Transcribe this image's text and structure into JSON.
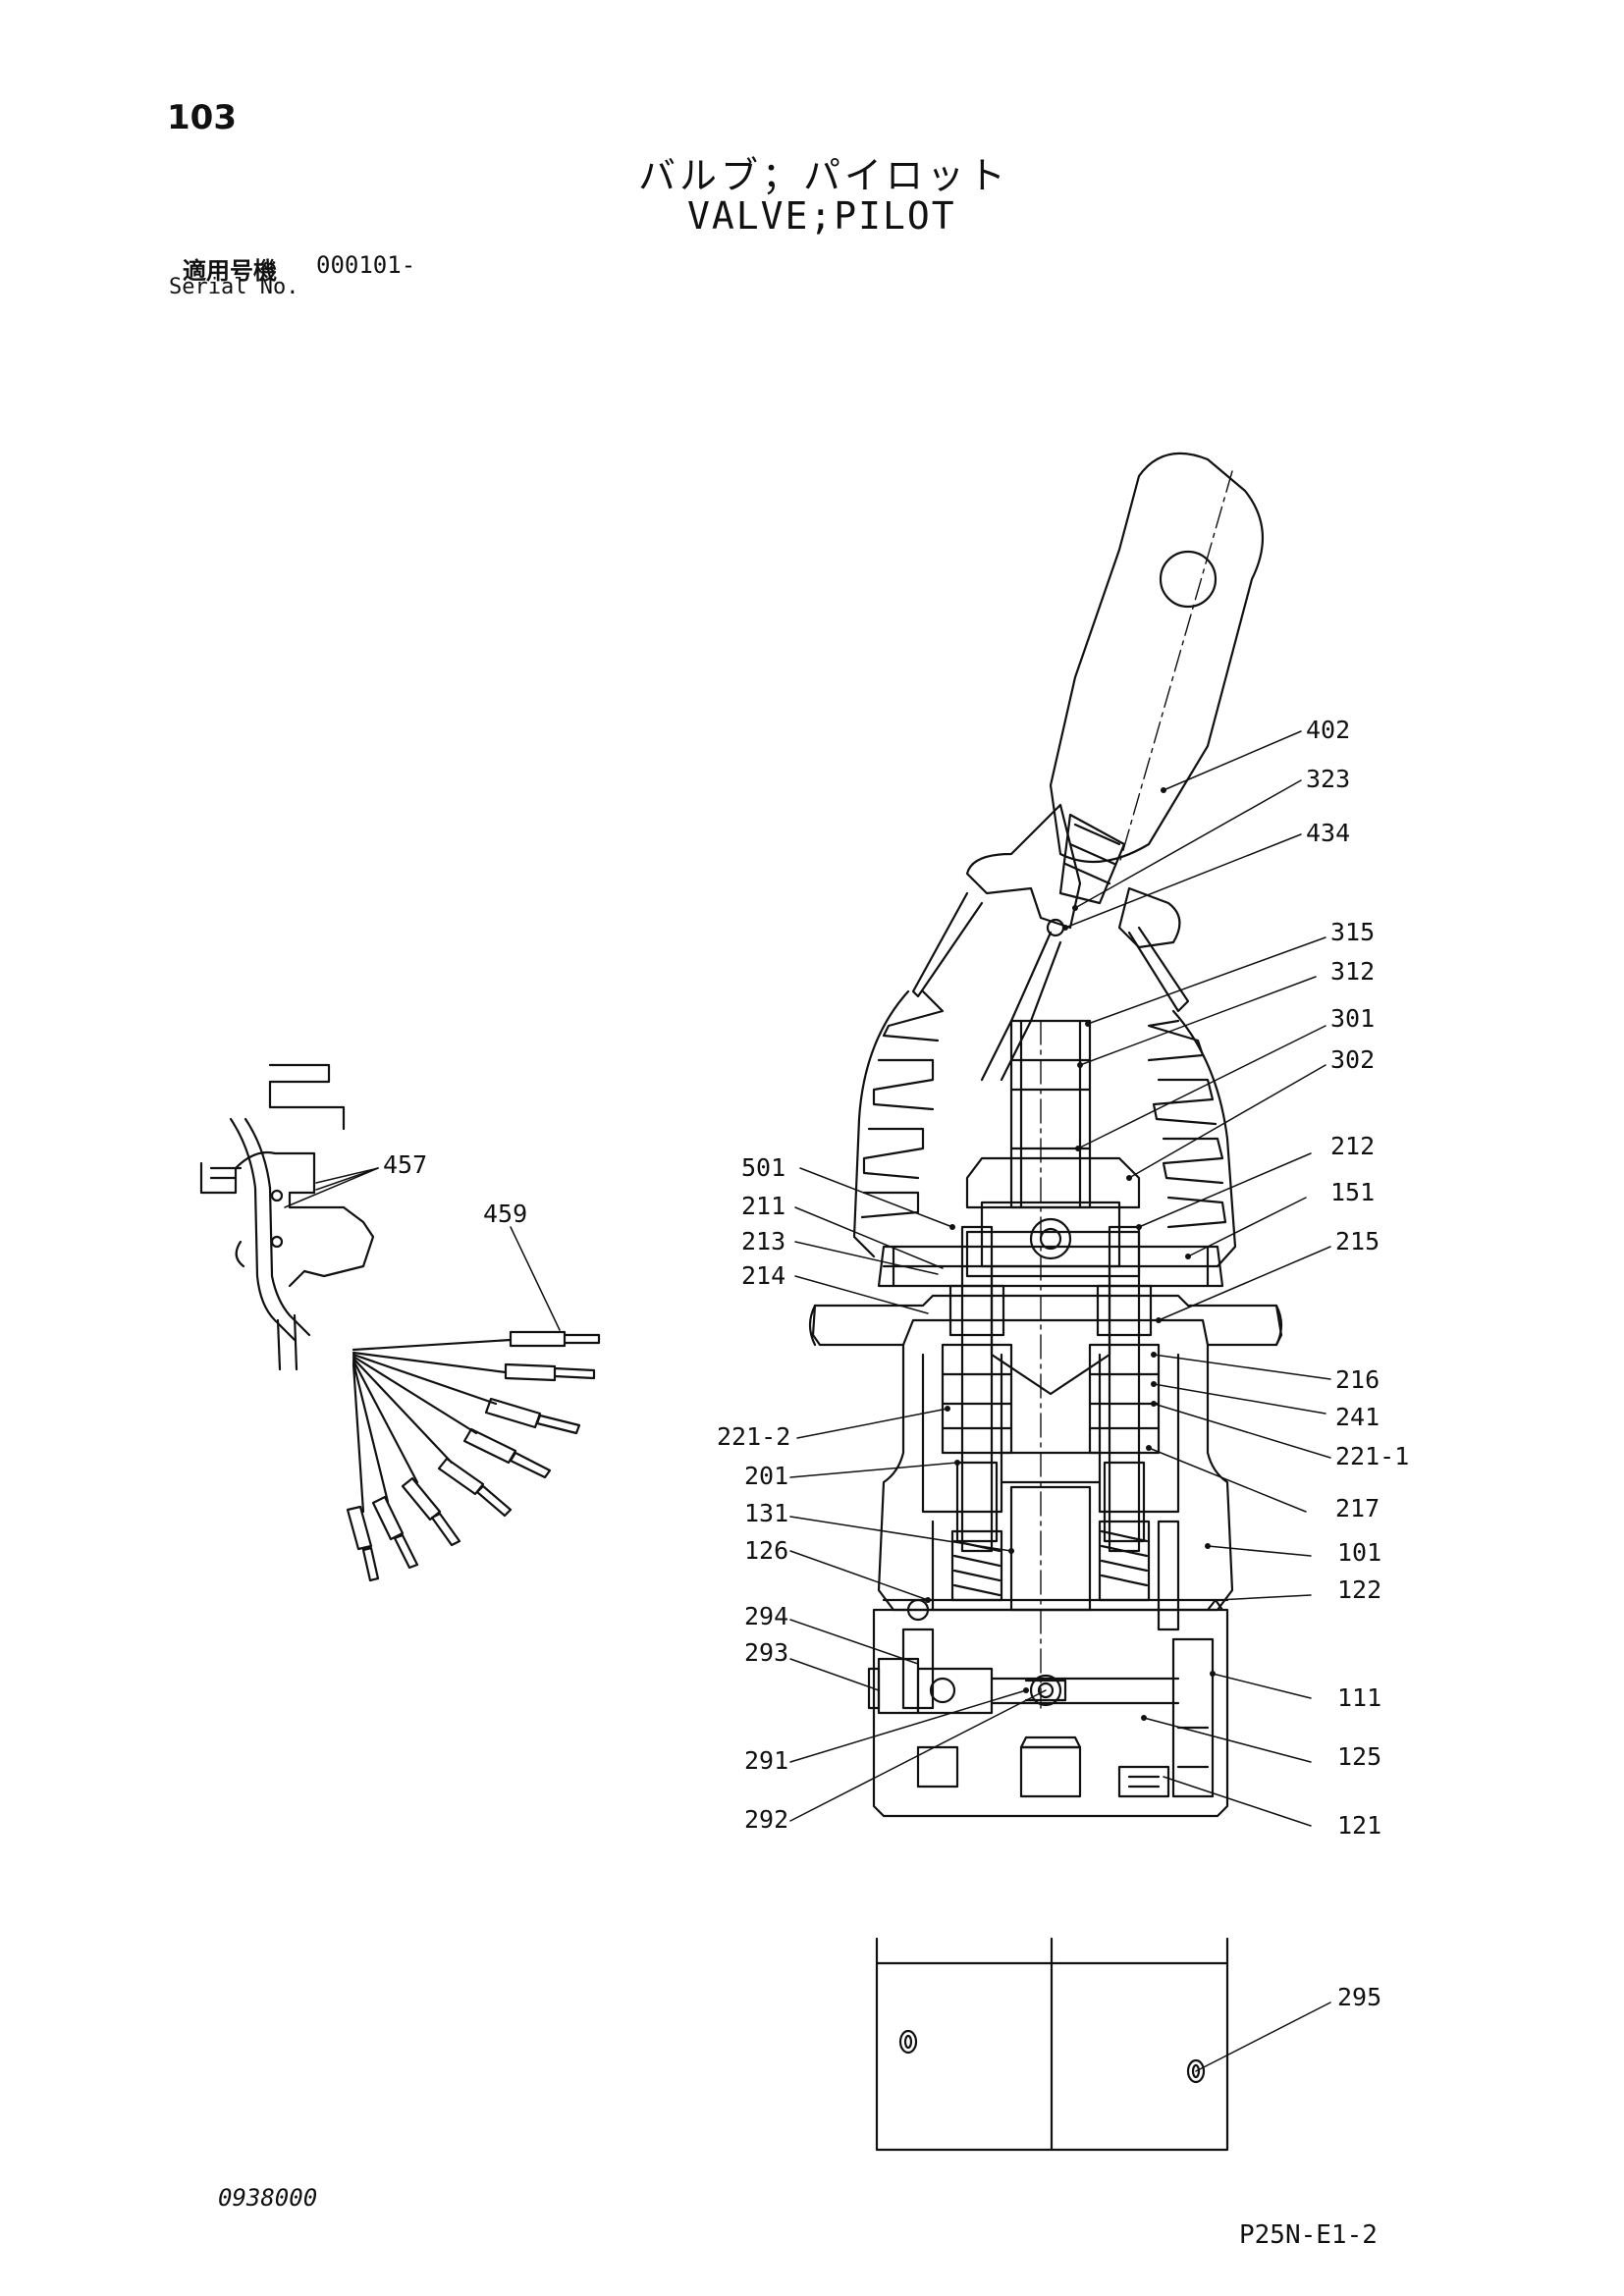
{
  "header": {
    "page_number": "103",
    "title_jp": "バルブ；パイロット",
    "title_en": "VALVE;PILOT",
    "serial_label_jp": "適用号機",
    "serial_value": "000101-",
    "serial_label_en": "Serial No."
  },
  "footer": {
    "left_code": "0938000",
    "right_code": "P25N-E1-2"
  },
  "callouts": [
    "402",
    "323",
    "434",
    "315",
    "312",
    "301",
    "302",
    "212",
    "151",
    "215",
    "216",
    "241",
    "221-1",
    "217",
    "101",
    "122",
    "111",
    "125",
    "121",
    "295",
    "501",
    "211",
    "213",
    "214",
    "221-2",
    "201",
    "131",
    "126",
    "294",
    "293",
    "291",
    "292",
    "457",
    "459"
  ]
}
